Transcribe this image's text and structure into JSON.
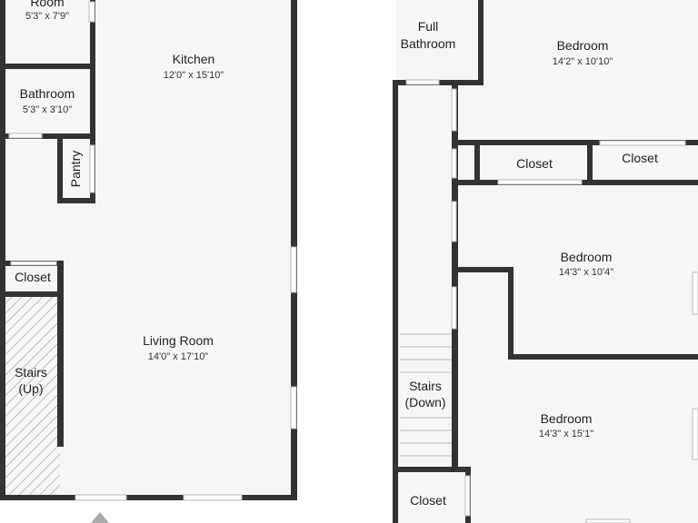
{
  "colors": {
    "wall": "#333333",
    "floor": "#f6f6f6",
    "window": "#b9b9b9",
    "background": "#ffffff"
  },
  "rooms": {
    "top_room": {
      "name": "Room",
      "dims": "5'3\" x 7'9\""
    },
    "kitchen": {
      "name": "Kitchen",
      "dims": "12'0\" x 15'10\""
    },
    "bathroom": {
      "name": "Bathroom",
      "dims": "5'3\" x 3'10\""
    },
    "pantry": {
      "name": "Pantry"
    },
    "closet_left": {
      "name": "Closet"
    },
    "stairs_up": {
      "line1": "Stairs",
      "line2": "(Up)"
    },
    "living_room": {
      "name": "Living Room",
      "dims": "14'0\" x 17'10\""
    },
    "full_bathroom": {
      "line1": "Full",
      "line2": "Bathroom"
    },
    "bedroom_top": {
      "name": "Bedroom",
      "dims": "14'2\" x 10'10\""
    },
    "closet_mid1": {
      "name": "Closet"
    },
    "closet_mid2": {
      "name": "Closet"
    },
    "bedroom_mid": {
      "name": "Bedroom",
      "dims": "14'3\" x 10'4\""
    },
    "stairs_down": {
      "line1": "Stairs",
      "line2": "(Down)"
    },
    "bedroom_bottom": {
      "name": "Bedroom",
      "dims": "14'3\" x 15'1\""
    },
    "closet_bottom": {
      "name": "Closet"
    }
  },
  "icons": {
    "entry": "entry-arrow-icon"
  }
}
